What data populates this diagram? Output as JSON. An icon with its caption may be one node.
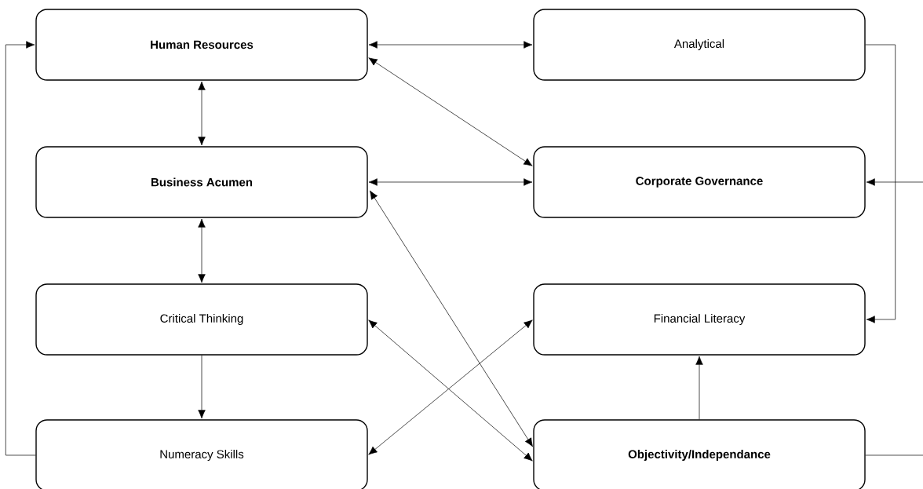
{
  "diagram": {
    "nodes": [
      {
        "text": [
          "Human Resources"
        ]
      },
      {
        "text": [
          "Analytical"
        ]
      },
      {
        "text": [
          "Business Acumen"
        ]
      },
      {
        "text": [
          "Corporate Governance"
        ]
      },
      {
        "text": [
          "Critical Thinking"
        ]
      },
      {
        "text": [
          "Financial Literacy"
        ]
      },
      {
        "text": [
          "Numeracy Skills"
        ]
      },
      {
        "text": [
          "Objectivity/Independance"
        ]
      }
    ],
    "edges": [
      {
        "from": 0,
        "to": 1,
        "arrow": "both"
      },
      {
        "from": 0,
        "to": 3,
        "arrow": "both"
      },
      {
        "from": 0,
        "to": 2,
        "arrow": "both"
      },
      {
        "from": 2,
        "to": 3,
        "arrow": "both"
      },
      {
        "from": 2,
        "to": 4,
        "arrow": "both"
      },
      {
        "from": 2,
        "to": 7,
        "arrow": "both"
      },
      {
        "from": 4,
        "to": 7,
        "arrow": "both"
      },
      {
        "from": 6,
        "to": 5,
        "arrow": "both"
      },
      {
        "from": 4,
        "to": 6,
        "arrow": "to"
      },
      {
        "from": 7,
        "to": 5,
        "arrow": "to"
      },
      {
        "from": 1,
        "to": 5,
        "arrow": "to"
      },
      {
        "from": 6,
        "to": 0,
        "arrow": "to"
      },
      {
        "from": 7,
        "to": 3,
        "arrow": "to"
      }
    ]
  }
}
